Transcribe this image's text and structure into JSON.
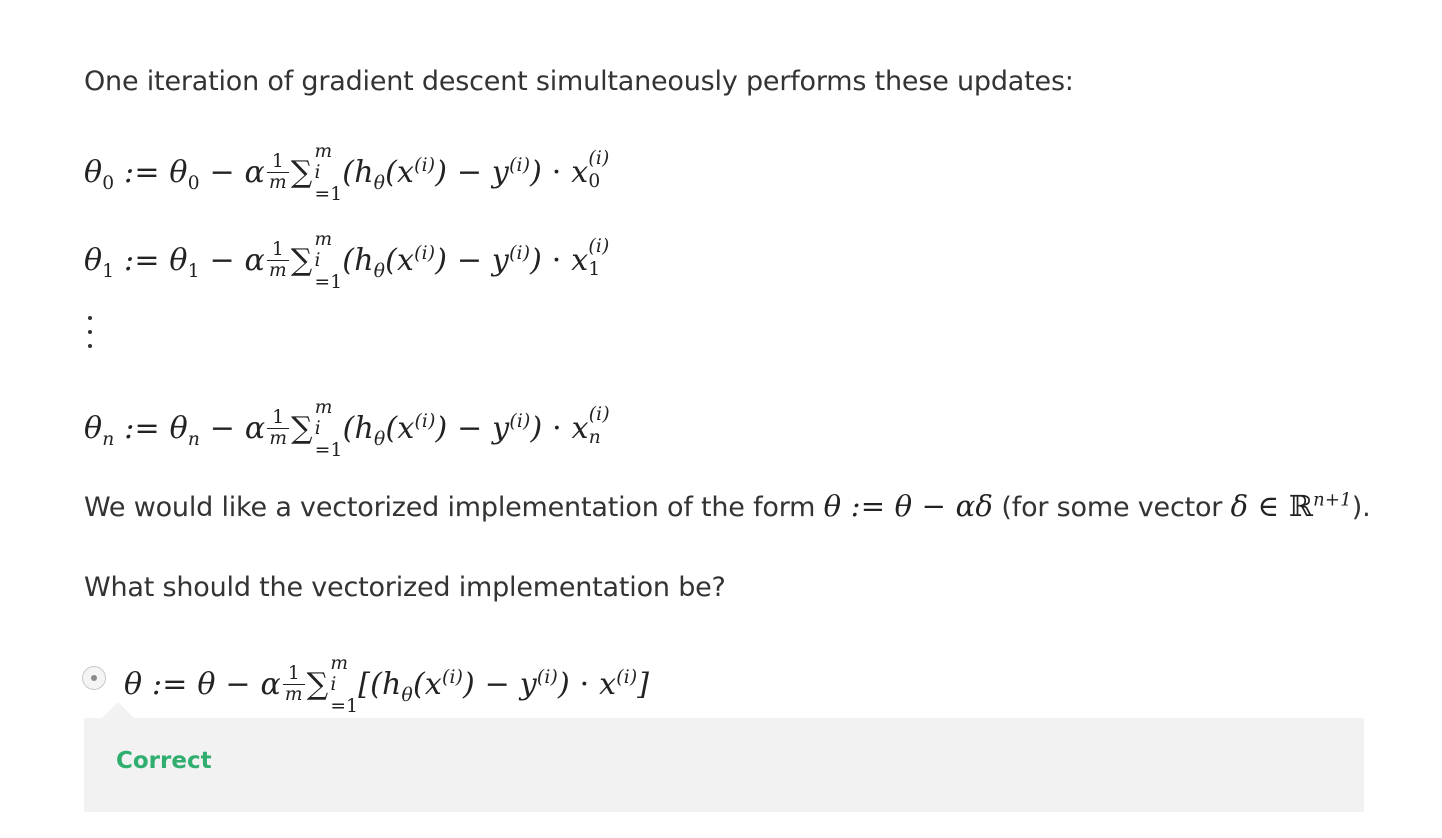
{
  "question": {
    "intro": "One iteration of gradient descent simultaneously performs these updates:",
    "vectorized_prefix": "We would like a vectorized implementation of the form ",
    "vectorized_mid": " (for some vector ",
    "vectorized_suffix": ").",
    "prompt": "What should the vectorized implementation be?"
  },
  "option": {
    "selected": true
  },
  "feedback": {
    "label": "Correct",
    "color": "#2fae6f"
  }
}
